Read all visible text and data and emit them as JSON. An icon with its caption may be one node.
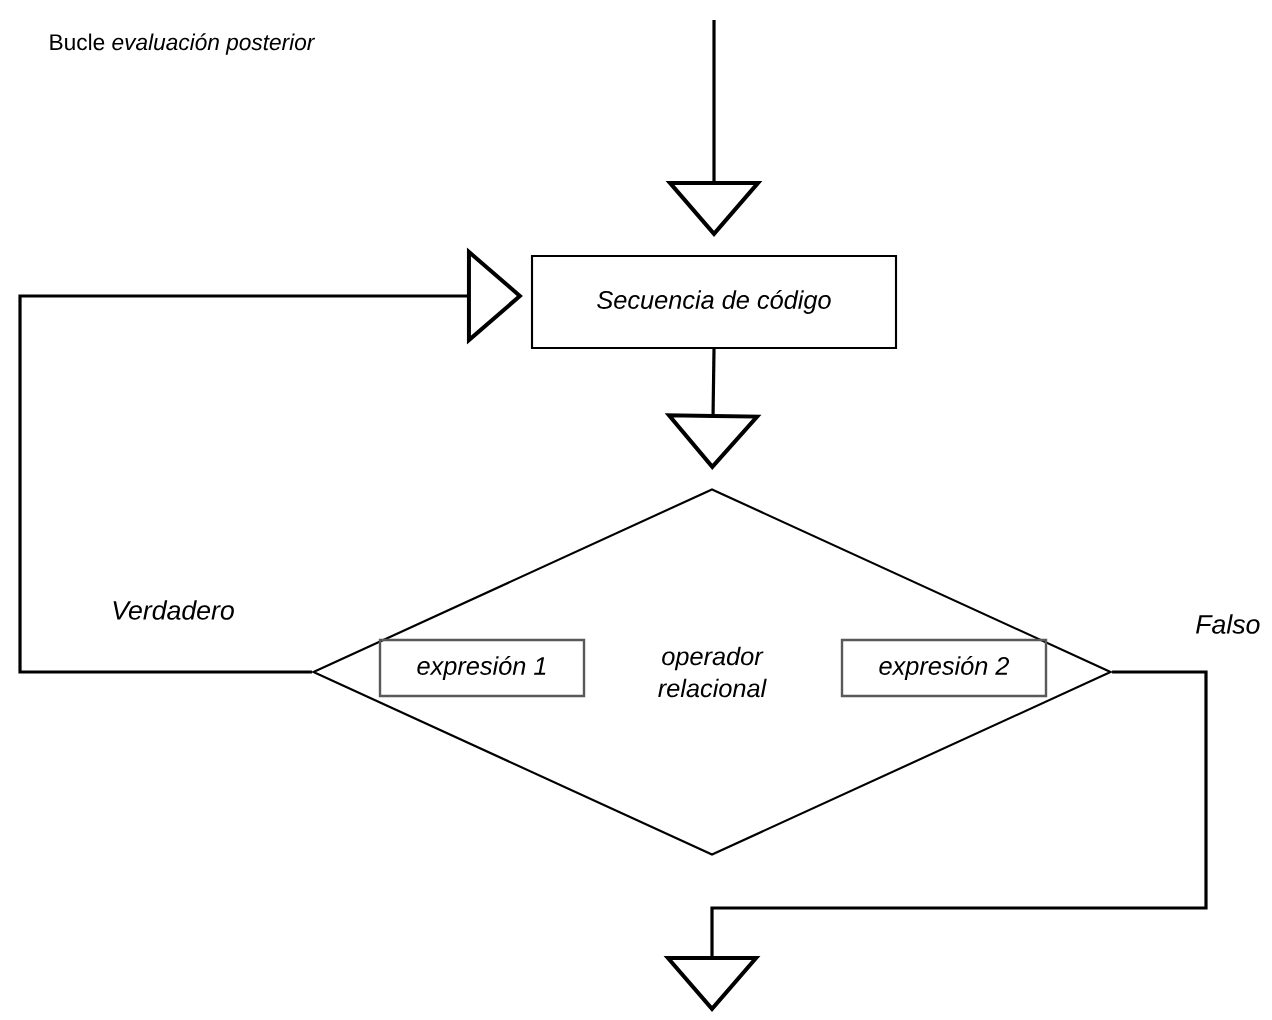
{
  "diagram": {
    "title": "Bucle *evaluación posterior*",
    "nodes": [
      {
        "text": [
          "Secuencia de código"
        ]
      },
      {
        "text": [
          "operador relacional"
        ]
      },
      {
        "text": [
          "expresión 1"
        ],
        "in": 1
      },
      {
        "text": [
          "expresión 2"
        ],
        "in": 1
      }
    ],
    "edges": [
      {
        "from": null,
        "to": 0,
        "arrow": "to"
      },
      {
        "from": 0,
        "to": 1,
        "arrow": "to"
      },
      {
        "from": 1,
        "to": 0,
        "arrow": "to",
        "label": "Verdadero"
      },
      {
        "from": 1,
        "to": null,
        "arrow": "to",
        "label": "Falso"
      }
    ]
  }
}
